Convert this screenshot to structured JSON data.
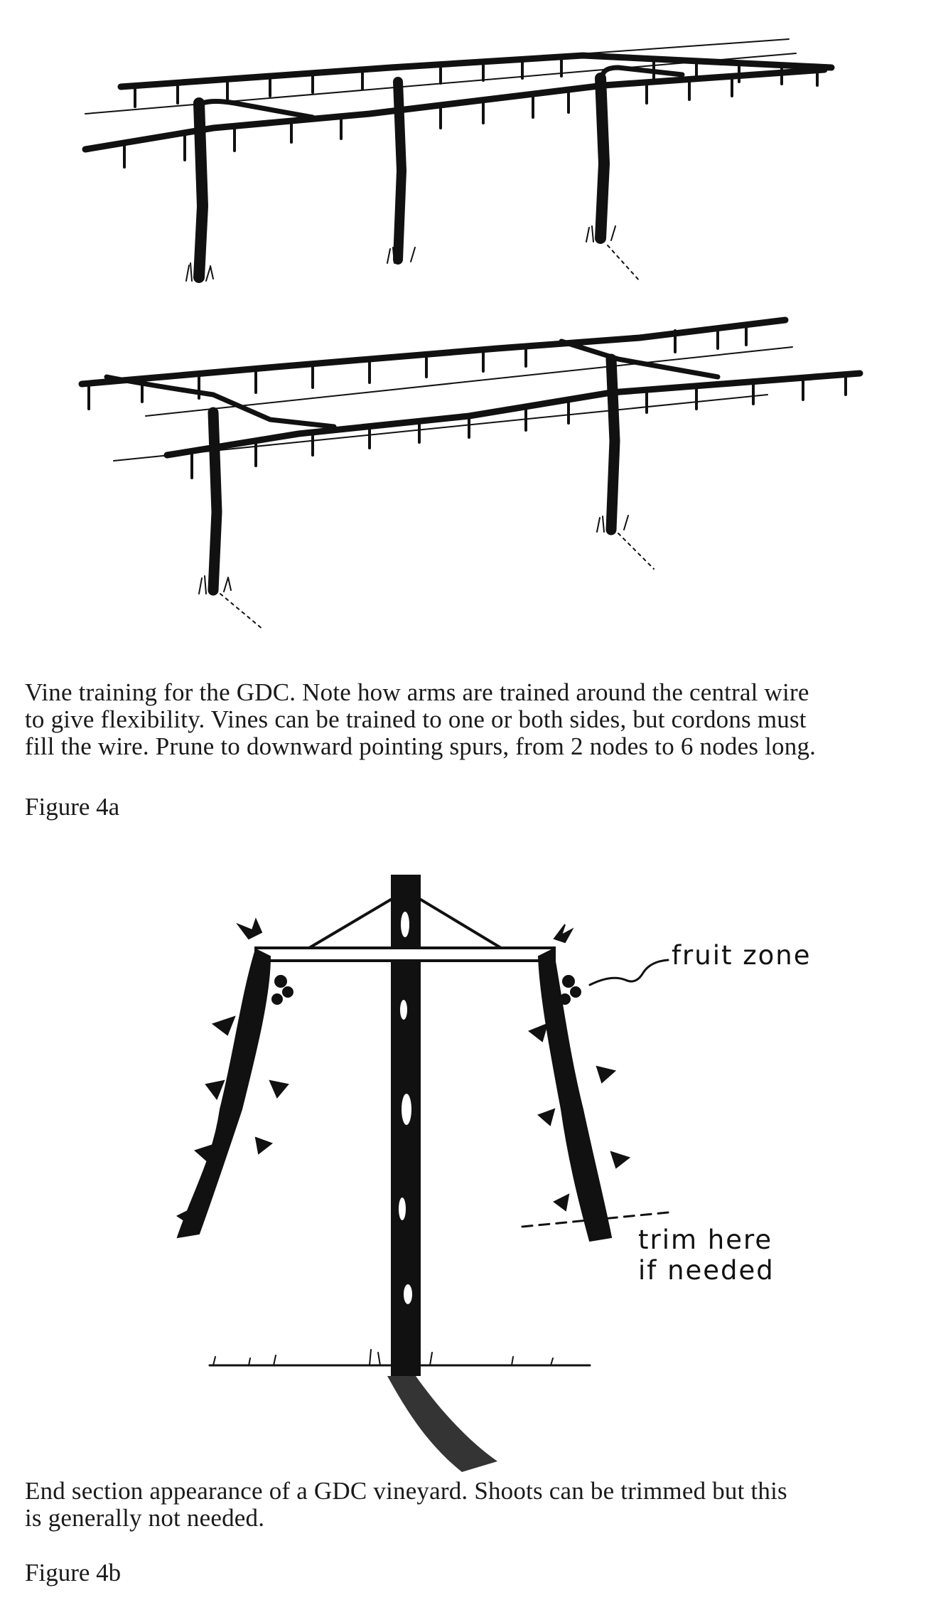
{
  "figure_4a": {
    "caption_lines": [
      "Vine training for the GDC. Note how arms are trained around the central wire",
      "to give flexibility. Vines can be trained to one or both sides, but cordons must",
      "fill the wire. Prune to downward pointing spurs, from 2 nodes to 6 nodes long."
    ],
    "label": "Figure 4a"
  },
  "figure_4b": {
    "annotations": {
      "fruit_zone": "fruit zone",
      "trim_line1": "trim here",
      "trim_line2": "if needed"
    },
    "caption_lines": [
      "End section appearance of a GDC vineyard. Shoots can be trimmed but this",
      "is generally not needed."
    ],
    "label": "Figure 4b"
  }
}
